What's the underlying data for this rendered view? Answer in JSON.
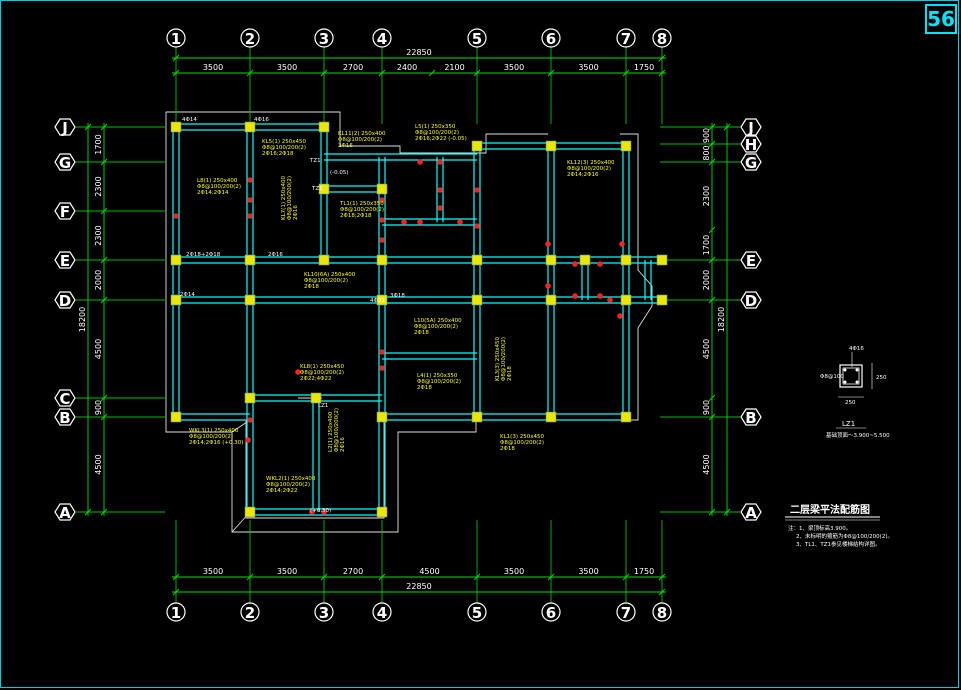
{
  "page_number": "56",
  "axes_numeric": [
    "1",
    "2",
    "3",
    "4",
    "5",
    "6",
    "7",
    "8"
  ],
  "axes_letter_left": [
    "J",
    "G",
    "F",
    "E",
    "D",
    "C",
    "B",
    "A"
  ],
  "axes_letter_right": [
    "J",
    "H",
    "G",
    "E",
    "D",
    "B",
    "A"
  ],
  "top_dims": [
    "3500",
    "3500",
    "2700",
    "2400",
    "2100",
    "3500",
    "3500",
    "1750"
  ],
  "bottom_dims": [
    "3500",
    "3500",
    "2700",
    "4500",
    "3500",
    "3500",
    "1750"
  ],
  "total_dim": "22850",
  "left_dims": [
    "1700",
    "2300",
    "2300",
    "2000",
    "4500",
    "900",
    "4500"
  ],
  "left_total": "18200",
  "right_dims": [
    "900",
    "800",
    "2300",
    "1700",
    "2000",
    "4500",
    "900",
    "4500"
  ],
  "right_total": "18200",
  "drawing_title": "二层梁平法配筋图",
  "notes": [
    "注：1、梁顶标高3.900。",
    "2、未标明的箍筋为Φ8@100/200(2)。",
    "3、TL1、TZ1参见楼梯结构详图。"
  ],
  "column_detail": {
    "title": "LZ1",
    "top_rebar": "4Φ16",
    "stirrup": "Φ8@100",
    "width": "250",
    "height": "250",
    "elevation": "基础顶面～3.900~5.500"
  },
  "beam_labels": [
    "KL5(1) 250x450 Φ8@100/200(2) 2Φ16;2Φ18",
    "KL11(2) 250x400 Φ8@100/200(2) 2Φ16",
    "L5(1) 250x350 Φ8@100/200(2) 2Φ16;2Φ22 (-0.05)",
    "KL12(3) 250x400 Φ8@100/200(2) 2Φ14;2Φ16",
    "L8(1) 250x400 Φ8@100/200(2) 2Φ14;2Φ14",
    "KL7(1) 250x400 Φ8@100/200(2) 2Φ16",
    "TL1(1) 250x350 Φ8@100/200(2) 2Φ18;2Φ18",
    "KL10(6A) 250x400 Φ8@100/200(2) 2Φ18",
    "L10(5A) 250x400 Φ8@100/200(2) 2Φ18",
    "KL8(1) 250x450 Φ8@100/200(2) 2Φ22;4Φ22",
    "L4(1) 250x350 Φ8@100/200(2) 2Φ18",
    "KL3(3) 250x450 Φ8@100/200(2) 2Φ18",
    "WKL3(1) 250x400 Φ8@100/200(2) 2Φ14;2Φ16 (+0.30)",
    "WKL2(1) 250x400 Φ8@100/200(2) 2Φ14;2Φ22",
    "L2(1) 250x400 Φ8@100/200(2) 2Φ16",
    "KL1(3) 250x450 Φ8@100/200(2) 2Φ18"
  ],
  "misc_labels": [
    "TZ1",
    "TZ1",
    "LZ1",
    "4Φ14",
    "4Φ16",
    "2Φ18+2Φ18",
    "3Φ18",
    "4Φ22",
    "2Φ14",
    "2Φ16",
    "(-0.05)",
    "(+0.30)"
  ]
}
